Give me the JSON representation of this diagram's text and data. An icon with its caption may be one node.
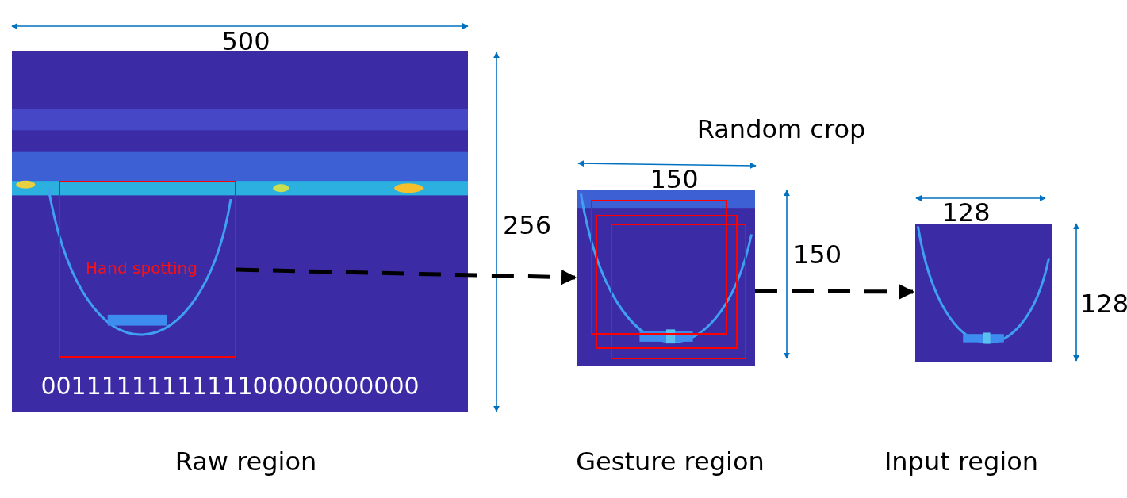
{
  "diagram": {
    "nodes": [
      {
        "text": [],
        "shape": "picture",
        "beside": [
          "Raw region"
        ]
      },
      {
        "text": [
          "Hand spotting"
        ],
        "in": 0
      },
      {
        "text": [],
        "shape": "picture",
        "beside": [
          "Random crop",
          "Gesture region"
        ]
      },
      {
        "text": [],
        "shape": "box",
        "in": 2
      },
      {
        "text": [],
        "shape": "box",
        "in": 2
      },
      {
        "text": [],
        "shape": "box",
        "in": 2
      },
      {
        "text": [],
        "shape": "picture",
        "beside": [
          "Input region"
        ]
      }
    ],
    "edges": [
      {
        "from": 1,
        "to": 2,
        "arrow": "to",
        "style": "dashed"
      },
      {
        "from": 2,
        "to": 6,
        "arrow": "to",
        "style": "dashed"
      }
    ],
    "labels": [
      "500",
      "256",
      "0011111111111100000000000",
      "150",
      "150",
      "128",
      "128"
    ]
  }
}
